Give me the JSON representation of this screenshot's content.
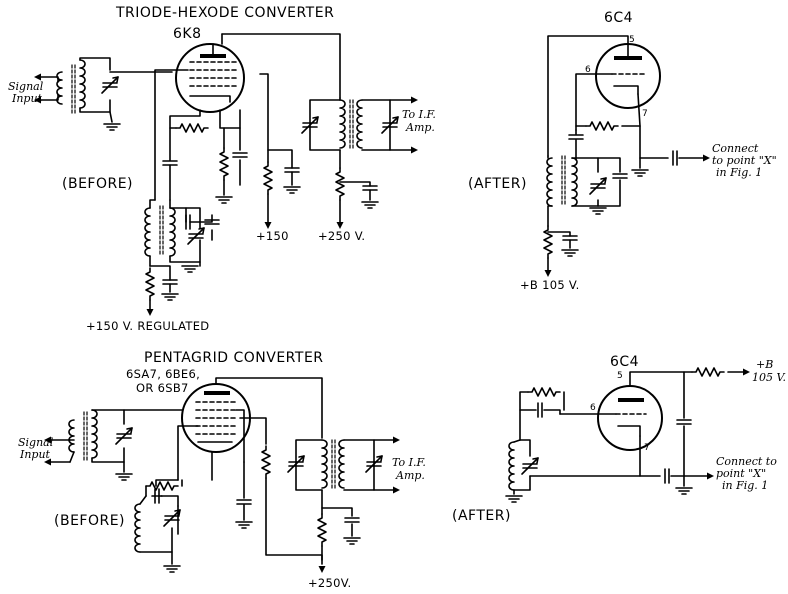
{
  "diagram_1": {
    "title": "TRIODE-HEXODE CONVERTER",
    "tube": "6K8",
    "state": "(BEFORE)",
    "signal_input": [
      "Signal",
      "Input"
    ],
    "if_out": [
      "To I.F.",
      "Amp."
    ],
    "supply_150": "+150",
    "supply_250": "+250 V.",
    "supply_regulated": "+150 V. REGULATED"
  },
  "diagram_2": {
    "tube": "6C4",
    "state": "(AFTER)",
    "pin_plate": "5",
    "pin_grid": "6",
    "pin_cathode": "7",
    "connect": [
      "Connect",
      "to point \"X\"",
      "in Fig. 1"
    ],
    "supply": "+B 105 V."
  },
  "diagram_3": {
    "title": "PENTAGRID CONVERTER",
    "tube_types": [
      "6SA7, 6BE6,",
      "OR 6SB7"
    ],
    "state": "(BEFORE)",
    "signal_input": [
      "Signal",
      "Input"
    ],
    "if_out": [
      "To I.F.",
      "Amp."
    ],
    "supply_250": "+250V."
  },
  "diagram_4": {
    "tube": "6C4",
    "state": "(AFTER)",
    "pin_plate": "5",
    "pin_grid": "6",
    "pin_cathode": "7",
    "connect": [
      "Connect to",
      "point \"X\"",
      "in Fig. 1"
    ],
    "supply": [
      "+B",
      "105 V."
    ]
  }
}
